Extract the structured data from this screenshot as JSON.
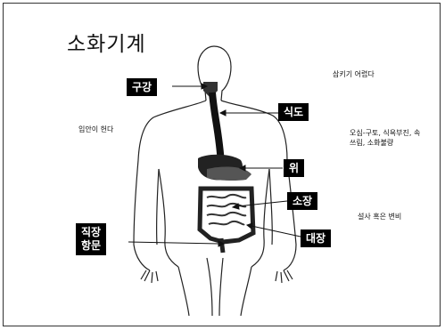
{
  "title": "소화기계",
  "labels": {
    "mouth": "구강",
    "esophagus": "식도",
    "stomach": "위",
    "small_intestine": "소장",
    "large_intestine": "대장",
    "rectum_line1": "직장",
    "rectum_line2": "항문"
  },
  "notes": {
    "mouth_symptom": "입안이 헌다",
    "swallow_difficulty": "삼키기 어렵다",
    "stomach_symptoms_line1": "오심-구토, 식욕부진, 속",
    "stomach_symptoms_line2": "쓰림, 소화불량",
    "bowel_symptom": "설사 혹은 변비"
  }
}
